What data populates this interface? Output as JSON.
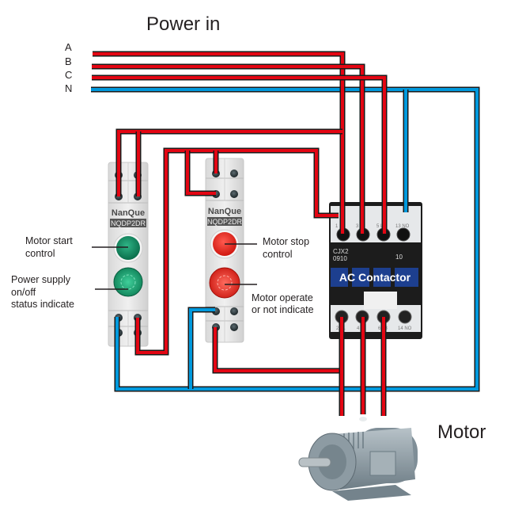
{
  "title": "Power in",
  "phases": [
    "A",
    "B",
    "C",
    "N"
  ],
  "colors": {
    "live_wire": "#e30613",
    "neutral_wire": "#0099dd",
    "wire_outline": "#1a1a1a",
    "text": "#231f20",
    "green_button": "#0e8a5f",
    "red_button": "#e52420",
    "contactor_body": "#1c1c1c",
    "contactor_blue": "#1d3f8f"
  },
  "left_module": {
    "brand": "NanQue",
    "model": "NQDP2DR",
    "labels": {
      "top_button": [
        "Motor start",
        "control"
      ],
      "bottom_lamp": [
        "Power  supply",
        "on/off",
        "status indicate"
      ]
    }
  },
  "right_module": {
    "brand": "NanQue",
    "model": "NQDP2DR",
    "labels": {
      "top_button": [
        "Motor stop",
        "control"
      ],
      "bottom_lamp": [
        "Motor operate",
        "or not indicate"
      ]
    }
  },
  "contactor": {
    "model_line1": "CJX2",
    "model_line2": "0910",
    "aux_code": "10",
    "label": "AC Contactor",
    "top_terminals": [
      "1 L1",
      "3 L2",
      "5 L3",
      "13 NO"
    ],
    "bottom_terminals": [
      "2 T1",
      "4 T2",
      "6 T3",
      "14 NO"
    ]
  },
  "motor": {
    "label": "Motor"
  }
}
